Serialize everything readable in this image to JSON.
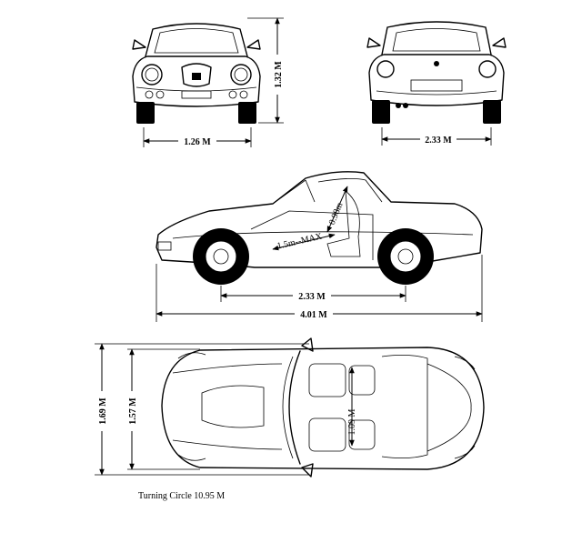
{
  "dimensions": {
    "front_track": "1.26 M",
    "height": "1.32 M",
    "rear_track": "2.33 M",
    "wheelbase": "2.33 M",
    "length": "4.01 M",
    "width_overall": "1.69 M",
    "width_body": "1.57 M",
    "interior_width": "1.09 M",
    "headroom": "0.98m",
    "legroom": "1.5m--MAX"
  },
  "turning_circle": "Turning Circle 10.95 M"
}
